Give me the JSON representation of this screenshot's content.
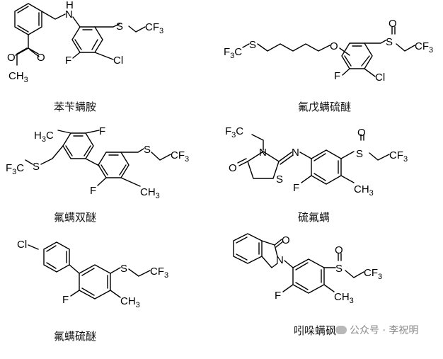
{
  "compounds": [
    {
      "name": "苯苄螨胺"
    },
    {
      "name": "氟戊螨硫醚"
    },
    {
      "name": "氟螨双醚"
    },
    {
      "name": "硫氟螨"
    },
    {
      "name": "氟螨硫醚"
    },
    {
      "name": "吲哚螨砜"
    }
  ],
  "atoms": {
    "cf3": "CF",
    "cf3_sub": "3",
    "f3c": "F",
    "f3c_sub": "3",
    "f3c_c": "C",
    "s": "S",
    "o": "O",
    "n": "N",
    "h": "H",
    "f": "F",
    "cl": "Cl",
    "ch3": "CH",
    "ch3_sub": "3",
    "h3c": "H",
    "h3c_sub": "3",
    "h3c_c": "C"
  },
  "watermark": {
    "text": "公众号 · 李祝明",
    "icon": "wechat-icon"
  }
}
